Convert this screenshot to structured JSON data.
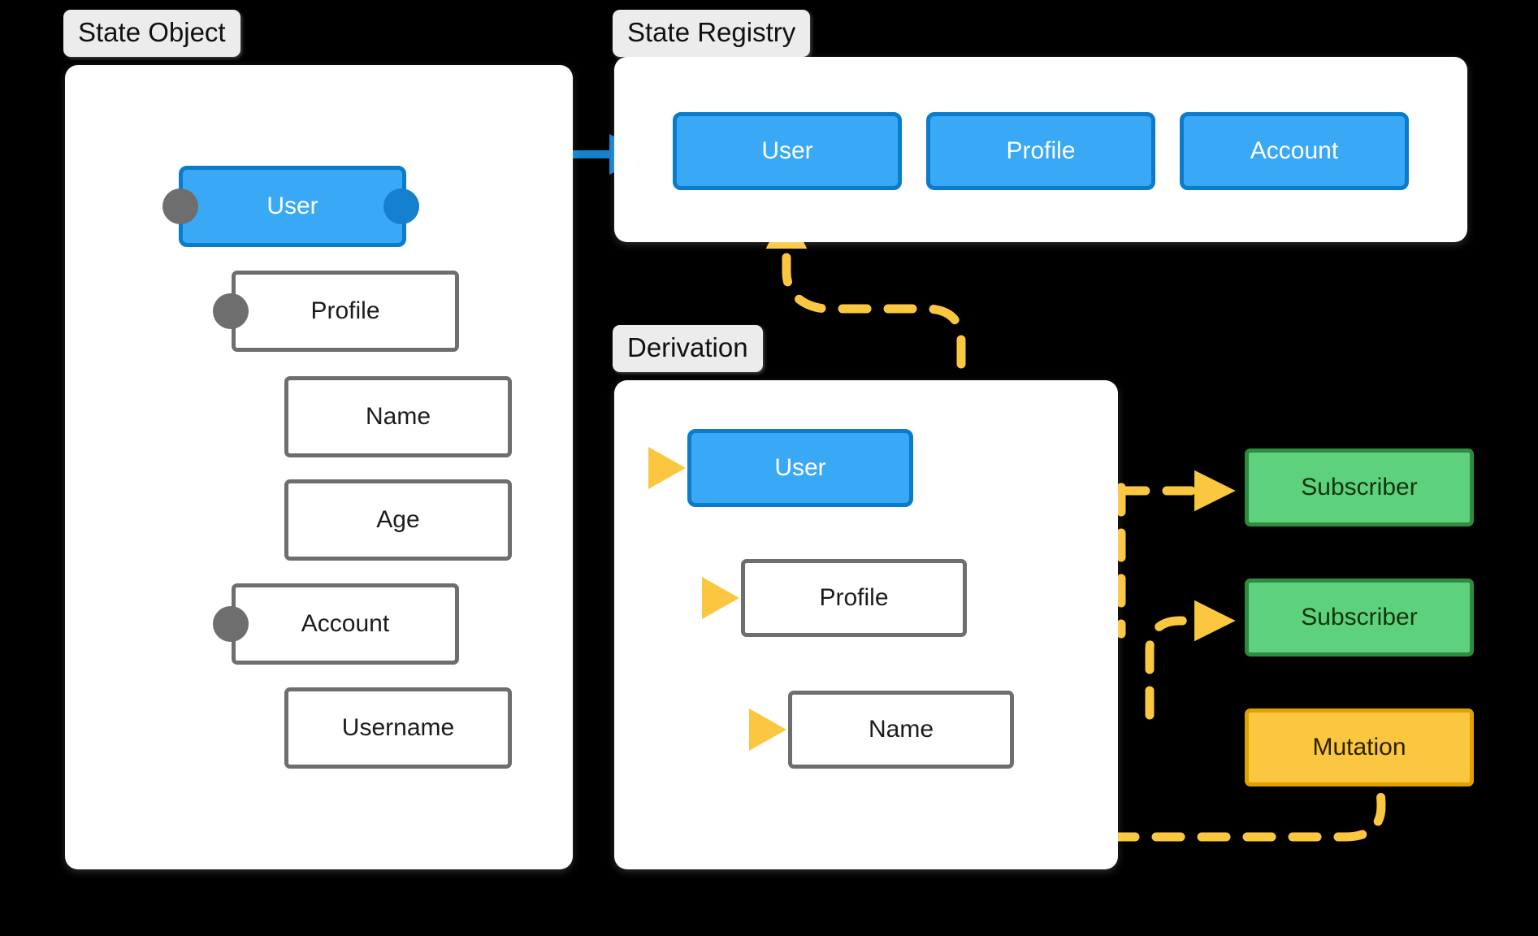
{
  "diagram": {
    "title_hidden": "State reactivity architecture",
    "background": "#000000",
    "colors": {
      "blue_fill": "#3AA9F5",
      "blue_stroke": "#0B7CCB",
      "grey_stroke": "#6E6E6E",
      "green_fill": "#5ED17C",
      "green_stroke": "#2E8B3F",
      "amber_fill": "#FBC740",
      "amber_stroke": "#E0A200",
      "panel_fill": "#FFFFFF",
      "label_fill": "#ECECEC"
    }
  },
  "panels": [
    {
      "id": "state-object",
      "label": "State Object"
    },
    {
      "id": "state-registry",
      "label": "State Registry"
    },
    {
      "id": "derivation",
      "label": "Derivation"
    }
  ],
  "state_object": {
    "label": "State Object",
    "nodes": [
      {
        "name": "User",
        "kind": "blue",
        "has_left_port": true,
        "has_right_port": true
      },
      {
        "name": "Profile",
        "kind": "plain",
        "has_left_port": true,
        "has_right_port": false
      },
      {
        "name": "Name",
        "kind": "plain",
        "has_left_port": false,
        "has_right_port": false
      },
      {
        "name": "Age",
        "kind": "plain",
        "has_left_port": false,
        "has_right_port": false
      },
      {
        "name": "Account",
        "kind": "plain",
        "has_left_port": true,
        "has_right_port": false
      },
      {
        "name": "Username",
        "kind": "plain",
        "has_left_port": false,
        "has_right_port": false
      }
    ]
  },
  "state_registry": {
    "label": "State Registry",
    "nodes": [
      {
        "name": "User",
        "kind": "blue"
      },
      {
        "name": "Profile",
        "kind": "blue"
      },
      {
        "name": "Account",
        "kind": "blue"
      }
    ]
  },
  "derivation": {
    "label": "Derivation",
    "nodes": [
      {
        "name": "User",
        "kind": "blue"
      },
      {
        "name": "Profile",
        "kind": "plain"
      },
      {
        "name": "Name",
        "kind": "plain"
      }
    ]
  },
  "consumers": [
    {
      "name": "Subscriber",
      "kind": "green"
    },
    {
      "name": "Subscriber",
      "kind": "green"
    },
    {
      "name": "Mutation",
      "kind": "amber"
    }
  ],
  "edges": {
    "solid_blue": [
      {
        "from": "state-object.User",
        "to": "state-registry.User",
        "style": "solid",
        "color": "#0B7CCB",
        "arrow": true
      }
    ],
    "solid_grey": [
      {
        "from": "state-object.User",
        "to": "state-object.Profile",
        "style": "solid",
        "color": "#6E6E6E",
        "arrow": false
      },
      {
        "from": "state-object.User",
        "to": "state-object.Account",
        "style": "solid",
        "color": "#6E6E6E",
        "arrow": false
      },
      {
        "from": "state-object.Profile",
        "to": "state-object.Name",
        "style": "solid",
        "color": "#6E6E6E",
        "arrow": true
      },
      {
        "from": "state-object.Profile",
        "to": "state-object.Age",
        "style": "solid",
        "color": "#6E6E6E",
        "arrow": true
      },
      {
        "from": "state-object.Account",
        "to": "state-object.Username",
        "style": "solid",
        "color": "#6E6E6E",
        "arrow": true
      }
    ],
    "dashed_amber": [
      {
        "from": "derivation.User",
        "to": "state-registry.User",
        "style": "dashed",
        "color": "#FBC740",
        "arrow": true
      },
      {
        "from": "derivation.loop",
        "to": "derivation.User",
        "style": "dashed",
        "color": "#FBC740",
        "arrow": true
      },
      {
        "from": "derivation.loop",
        "to": "derivation.Profile",
        "style": "dashed",
        "color": "#FBC740",
        "arrow": true
      },
      {
        "from": "derivation.loop",
        "to": "derivation.Name",
        "style": "dashed",
        "color": "#FBC740",
        "arrow": true
      },
      {
        "from": "derivation",
        "to": "subscriber-1",
        "style": "dashed",
        "color": "#FBC740",
        "arrow": true
      },
      {
        "from": "derivation",
        "to": "subscriber-2",
        "style": "dashed",
        "color": "#FBC740",
        "arrow": true
      },
      {
        "from": "mutation",
        "to": "derivation",
        "style": "dashed",
        "color": "#FBC740",
        "arrow": false
      }
    ]
  }
}
